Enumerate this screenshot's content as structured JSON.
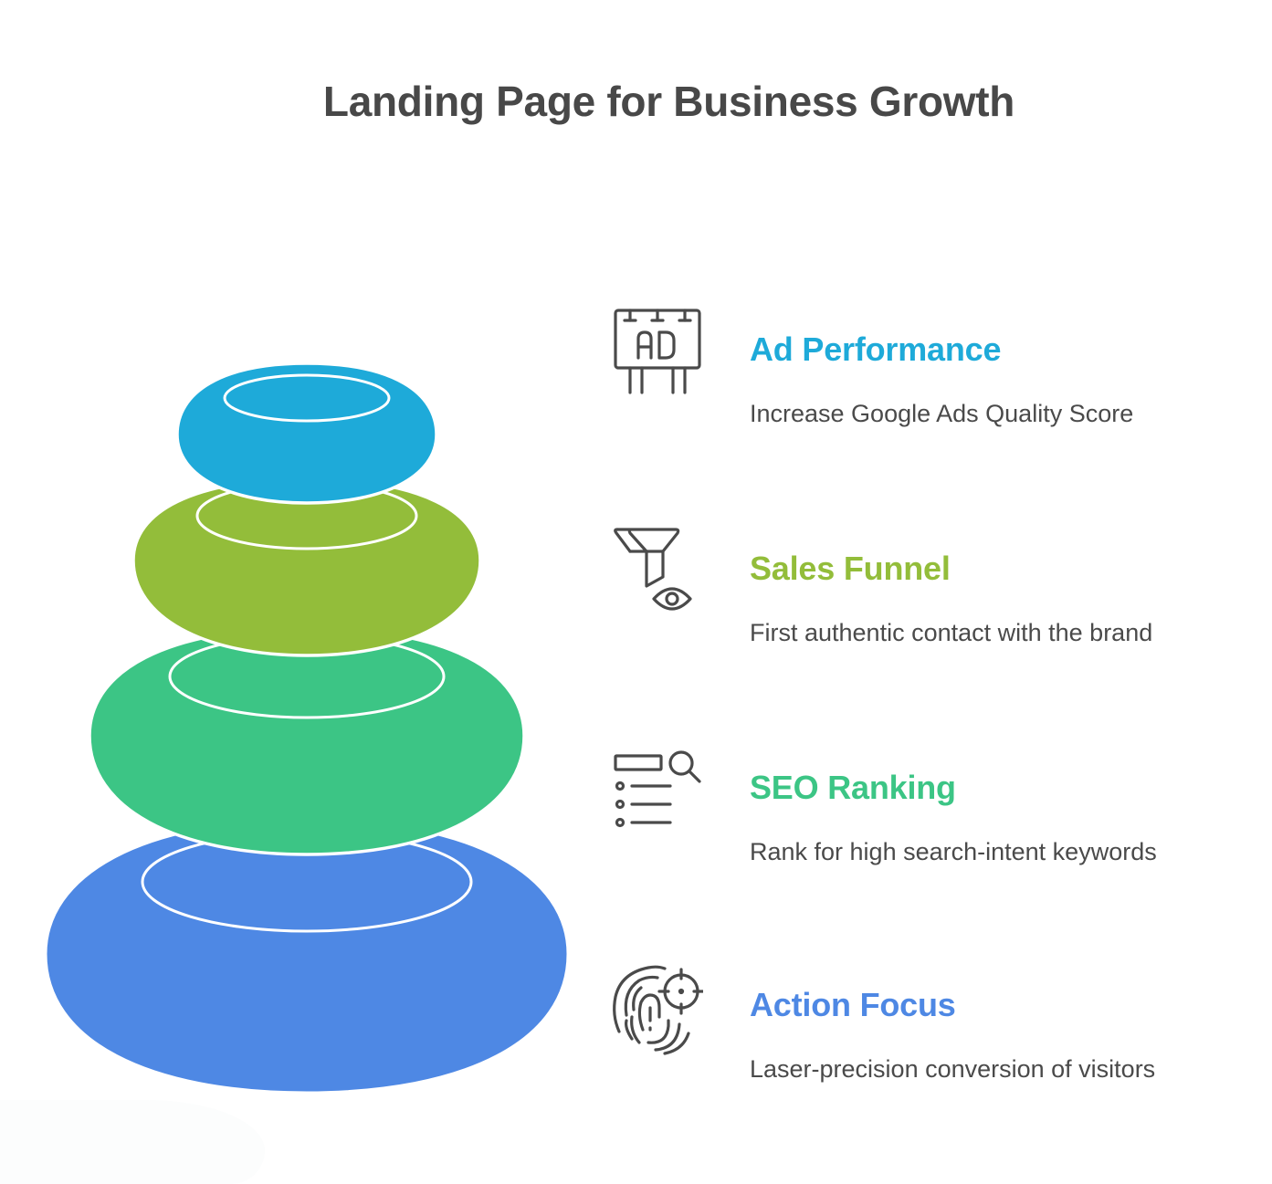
{
  "title": "Landing Page for Business Growth",
  "colors": {
    "ad_performance": "#1eaad9",
    "sales_funnel": "#93bd3a",
    "seo_ranking": "#3cc585",
    "action_focus": "#4e88e4",
    "icon_stroke": "#4a4a4a",
    "text_dark": "#484848"
  },
  "layers": [
    {
      "id": "ad_performance",
      "heading": "Ad Performance",
      "description": "Increase Google Ads Quality Score",
      "icon": "billboard-ad-icon",
      "color": "#1eaad9"
    },
    {
      "id": "sales_funnel",
      "heading": "Sales Funnel",
      "description": "First authentic contact with the brand",
      "icon": "funnel-eye-icon",
      "color": "#93bd3a"
    },
    {
      "id": "seo_ranking",
      "heading": "SEO Ranking",
      "description": "Rank for high search-intent keywords",
      "icon": "search-list-icon",
      "color": "#3cc585"
    },
    {
      "id": "action_focus",
      "heading": "Action Focus",
      "description": "Laser-precision conversion of visitors",
      "icon": "fingerprint-target-icon",
      "color": "#4e88e4"
    }
  ]
}
